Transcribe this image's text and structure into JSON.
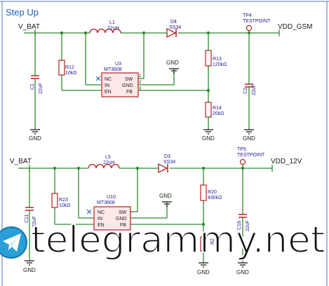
{
  "sheet": {
    "title": "Step Up",
    "watermark": "telegrammy.net"
  },
  "colors": {
    "wire": "#2e8b2e",
    "component": "#b22222",
    "ic_fill": "#fde8e8",
    "label": "#1a1a8c",
    "ref": "#b22222",
    "border": "#4a78b8"
  },
  "circuits": [
    {
      "input_net": "V_BAT",
      "output_net": "VDD_GSM",
      "ic": {
        "ref": "U3",
        "value": "MT3608",
        "pins_left": [
          "NC",
          "IN",
          "EN"
        ],
        "pins_right": [
          "SW",
          "GND",
          "FB"
        ],
        "pin_nums_right": [
          "1",
          "2",
          "3"
        ]
      },
      "inductor": {
        "ref": "L1",
        "value": "22uH"
      },
      "diode": {
        "ref": "D4",
        "value": "SS34"
      },
      "cap_in": {
        "ref": "C1",
        "value": "22uF"
      },
      "cap_out": {
        "ref": "C2",
        "value": "22uF"
      },
      "r_en": {
        "ref": "R12",
        "value": "10kΩ"
      },
      "r_top": {
        "ref": "R13",
        "value": "120kΩ"
      },
      "r_bot": {
        "ref": "R14",
        "value": "20kΩ"
      },
      "testpoint": {
        "ref": "TP4",
        "value": "TESTPOINT"
      },
      "gnd": "GND"
    },
    {
      "input_net": "V_BAT",
      "output_net": "VDD_12V",
      "ic": {
        "ref": "U10",
        "value": "MT3608",
        "pins_left": [
          "NC",
          "IN",
          "EN"
        ],
        "pins_right": [
          "SW",
          "GND",
          "FB"
        ]
      },
      "inductor": {
        "ref": "L5",
        "value": "22uH"
      },
      "diode": {
        "ref": "D3",
        "value": "SS34"
      },
      "cap_in": {
        "ref": "C11",
        "value": "22uF"
      },
      "cap_out": {
        "ref": "C18",
        "value": "22uF"
      },
      "r_en": {
        "ref": "R23",
        "value": "10kΩ"
      },
      "r_top": {
        "ref": "R20",
        "value": "430kΩ"
      },
      "r_bot": {
        "ref": "R2",
        "value": ""
      },
      "testpoint": {
        "ref": "TP5",
        "value": "TESTPOINT"
      },
      "gnd": "GND"
    }
  ]
}
